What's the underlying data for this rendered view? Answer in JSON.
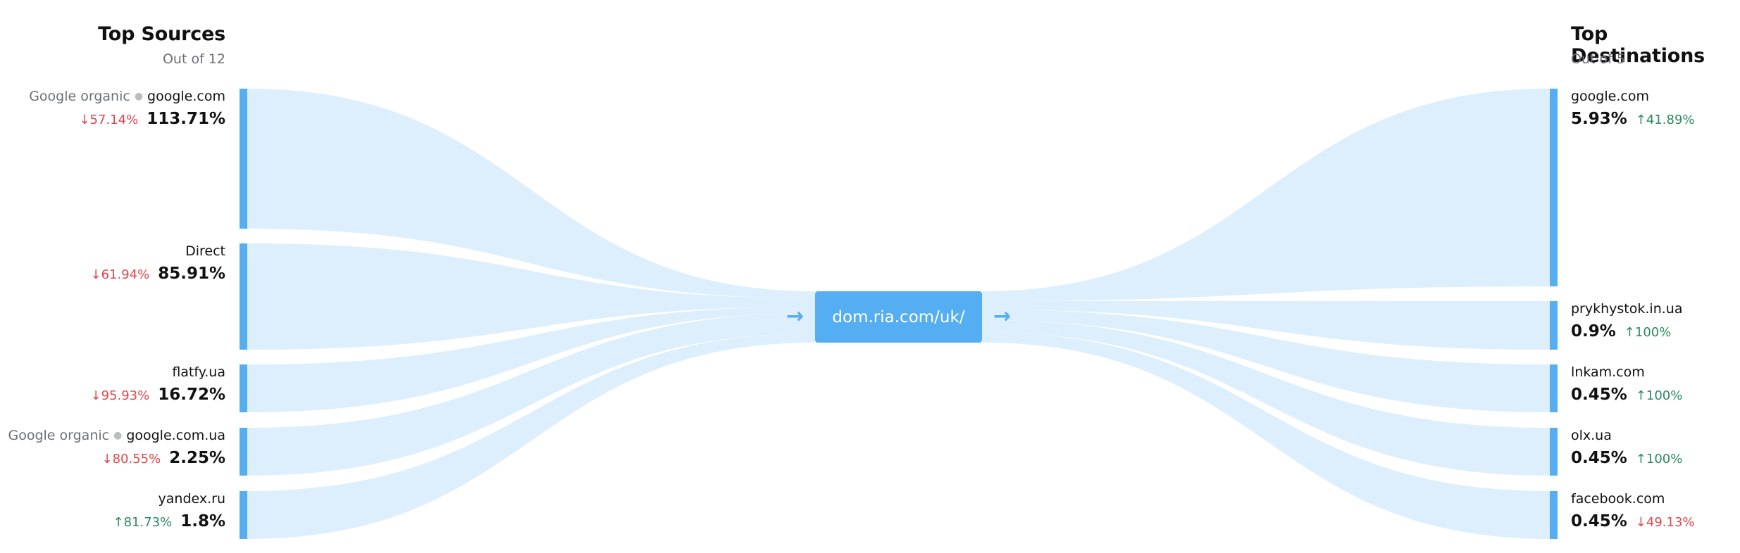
{
  "header": {
    "sources_title": "Top Sources",
    "sources_subtitle": "Out of 12",
    "destinations_title": "Top Destinations",
    "destinations_subtitle": "Out of 5"
  },
  "center": {
    "label": "dom.ria.com/uk/"
  },
  "colors": {
    "bar": "#55aef1",
    "flow": "#ddeefc",
    "up": "#2b8a5c",
    "down": "#e0464c"
  },
  "sources": [
    {
      "channel": "Google organic",
      "domain": "google.com",
      "change": "57.14%",
      "change_dir": "down",
      "share": "113.71%"
    },
    {
      "channel": "",
      "domain": "Direct",
      "change": "61.94%",
      "change_dir": "down",
      "share": "85.91%"
    },
    {
      "channel": "",
      "domain": "flatfy.ua",
      "change": "95.93%",
      "change_dir": "down",
      "share": "16.72%"
    },
    {
      "channel": "Google organic",
      "domain": "google.com.ua",
      "change": "80.55%",
      "change_dir": "down",
      "share": "2.25%"
    },
    {
      "channel": "",
      "domain": "yandex.ru",
      "change": "81.73%",
      "change_dir": "up",
      "share": "1.8%"
    }
  ],
  "destinations": [
    {
      "domain": "google.com",
      "share": "5.93%",
      "change": "41.89%",
      "change_dir": "up"
    },
    {
      "domain": "prykhystok.in.ua",
      "share": "0.9%",
      "change": "100%",
      "change_dir": "up"
    },
    {
      "domain": "lnkam.com",
      "share": "0.45%",
      "change": "100%",
      "change_dir": "up"
    },
    {
      "domain": "olx.ua",
      "share": "0.45%",
      "change": "100%",
      "change_dir": "up"
    },
    {
      "domain": "facebook.com",
      "share": "0.45%",
      "change": "49.13%",
      "change_dir": "down"
    }
  ]
}
